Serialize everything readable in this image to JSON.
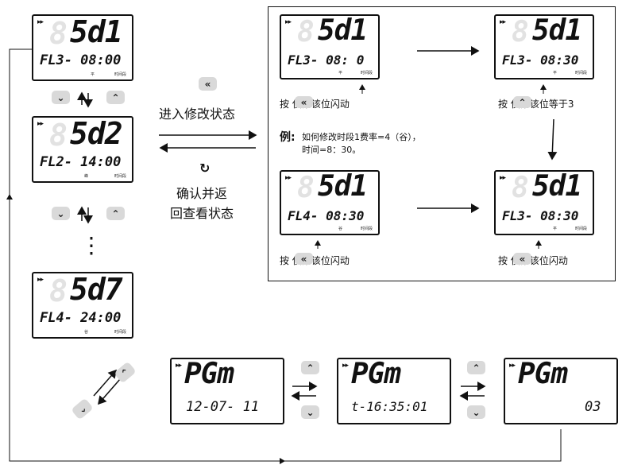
{
  "left_column": {
    "d1": {
      "code": "5d1",
      "line2": "FL3- 08:00",
      "tag1": "平",
      "tag2": "时间段"
    },
    "d2": {
      "code": "5d2",
      "line2": "FL2- 14:00",
      "tag1": "峰",
      "tag2": "时间段"
    },
    "d3": {
      "code": "5d7",
      "line2": "FL4- 24:00",
      "tag1": "谷",
      "tag2": "时间段"
    },
    "ellipsis": "⋮"
  },
  "middle": {
    "enter_label": "进入修改状态",
    "return_label_1": "确认并返",
    "return_label_2": "回查看状态",
    "left_btn_icon": "«",
    "confirm_icon": "↻"
  },
  "box": {
    "tl": {
      "code": "5d1",
      "line2": "FL3- 08: 0",
      "tag1": "平",
      "tag2": "时间段",
      "caption": "按      使第该位闪动"
    },
    "tr": {
      "code": "5d1",
      "line2": "FL3- 08:30",
      "tag1": "平",
      "tag2": "时间段",
      "caption": "按      使第该位等于3"
    },
    "bl": {
      "code": "5d1",
      "line2": "FL4- 08:30",
      "tag1": "谷",
      "tag2": "时间段",
      "caption": "按      使第该位闪动"
    },
    "br": {
      "code": "5d1",
      "line2": "FL3- 08:30",
      "tag1": "平",
      "tag2": "时间段",
      "caption": "按      使第该位闪动"
    },
    "example_label": "例:",
    "example_line1": "如何修改时段1费率=4（谷），",
    "example_line2": "时间=8：30。"
  },
  "pgm": {
    "p1": {
      "code": "PGm",
      "line2": "12-07- 11"
    },
    "p2": {
      "code": "PGm",
      "line2": "t-16:35:01"
    },
    "p3": {
      "code": "PGm",
      "line2": "03"
    }
  },
  "icons": {
    "up": "⌃",
    "down": "⌄",
    "left": "«"
  },
  "colors": {
    "button_bg": "#d9d9d9",
    "ink": "#111111"
  }
}
